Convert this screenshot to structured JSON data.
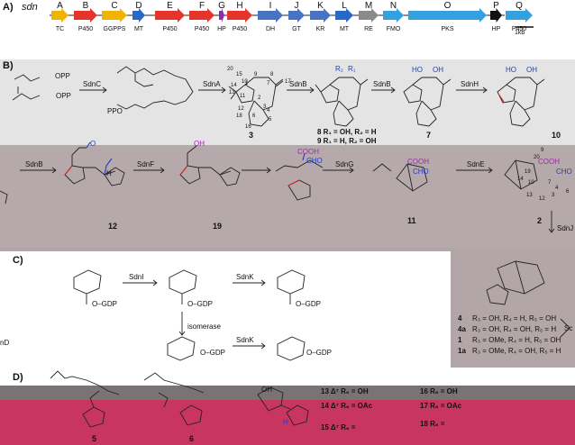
{
  "panelA": {
    "label": "A)",
    "cluster": "sdn",
    "scale": "1kb",
    "genes": [
      {
        "letter": "A",
        "func": "TC",
        "color": "#f0b400"
      },
      {
        "letter": "B",
        "func": "P450",
        "color": "#e5342b"
      },
      {
        "letter": "C",
        "func": "GGPPS",
        "color": "#f0b400"
      },
      {
        "letter": "D",
        "func": "MT",
        "color": "#2a68c8"
      },
      {
        "letter": "E",
        "func": "P450",
        "color": "#e5342b"
      },
      {
        "letter": "F",
        "func": "P450",
        "color": "#e5342b"
      },
      {
        "letter": "G",
        "func": "HP",
        "color": "#8b2ea8"
      },
      {
        "letter": "H",
        "func": "P450",
        "color": "#e5342b"
      },
      {
        "letter": "I",
        "func": "DH",
        "color": "#4673c2"
      },
      {
        "letter": "J",
        "func": "GT",
        "color": "#4673c2"
      },
      {
        "letter": "K",
        "func": "KR",
        "color": "#4673c2"
      },
      {
        "letter": "L",
        "func": "MT",
        "color": "#2a68c8"
      },
      {
        "letter": "M",
        "func": "RE",
        "color": "#8a8a8a"
      },
      {
        "letter": "N",
        "func": "FMO",
        "color": "#33a0e0"
      },
      {
        "letter": "O",
        "func": "PKS",
        "color": "#33a0e0"
      },
      {
        "letter": "P",
        "func": "HP",
        "color": "#111111"
      },
      {
        "letter": "Q",
        "func": "P450",
        "color": "#33a0e0"
      }
    ]
  },
  "panelB": {
    "label": "B)",
    "opp1": "OPP",
    "opp2": "OPP",
    "ppo": "PPO",
    "enzymes": {
      "sdnC": "SdnC",
      "sdnA": "SdnA",
      "sdnB1": "SdnB",
      "sdnB2": "SdnB",
      "sdnH": "SdnH",
      "sdnB3": "SdnB",
      "sdnF": "SdnF",
      "sdnG": "SdnG",
      "sdnE": "SdnE",
      "sdnJ": "SdnJ"
    },
    "compounds": {
      "c3": "3",
      "c7": "7",
      "c10": "10",
      "c12": "12",
      "c19": "19",
      "c11": "11",
      "c2": "2"
    },
    "legend8": "8  R₁ = OH,  R₂ = H",
    "legend9": "9  R₁ = H,  R₂ = OH",
    "r1": "R₁",
    "r2": "R₂",
    "ho": "HO",
    "oh": "OH",
    "o": "O",
    "cooh": "COOH",
    "cho": "CHO",
    "h": "H",
    "cho2": "CHO",
    "cooh2": "COOH",
    "atoms3": [
      "20",
      "15",
      "14",
      "10",
      "9",
      "8",
      "7",
      "1",
      "11",
      "17",
      "13",
      "12",
      "18",
      "2",
      "3",
      "6",
      "16",
      "5",
      "4"
    ],
    "atoms2": [
      "20",
      "9",
      "19",
      "14",
      "10",
      "7",
      "4",
      "6",
      "13",
      "12",
      "3"
    ]
  },
  "panelC": {
    "label": "C)",
    "gdp1": "O–GDP",
    "gdp2": "O–GDP",
    "gdp3": "O–GDP",
    "gdp4": "O–GDP",
    "gdp5": "O–GDP",
    "enzSdnI": "SdnI",
    "enzSdnK1": "SdnK",
    "enzSdnK2": "SdnK",
    "isomerase": "isomerase",
    "legend": [
      {
        "num": "4",
        "text": "R₃ = OH,    R₄ = H,    R₅ = OH"
      },
      {
        "num": "4a",
        "text": "R₃ = OH,    R₄ = OH,  R₅ = H"
      },
      {
        "num": "1",
        "text": "R₃ = OMe,  R₄ = H,    R₅ = OH"
      },
      {
        "num": "1a",
        "text": "R₃ = OMe,  R₄ = OH,  R₅ = H"
      }
    ],
    "cut": "Sc",
    "cutD": "nD"
  },
  "panelD": {
    "label": "D)",
    "c5": "5",
    "c6": "6",
    "entries": [
      {
        "text": "13 Δ⁷   R₆ = OH"
      },
      {
        "text": "14 Δ⁷   R₆ = OAc"
      },
      {
        "text": "15 Δ⁷   R₆ ="
      },
      {
        "text": "16   R₆ = OH"
      },
      {
        "text": "17   R₆ = OAc"
      },
      {
        "text": "18   R₆ ="
      }
    ],
    "oh": "OH",
    "h": "H"
  },
  "colors": {
    "bandB1": "#e4e4e4",
    "bandB2": "#b6a9ab",
    "bandC": "#ffffff",
    "bandD1": "#7a7374",
    "bandD2": "#c8365f",
    "red": "#d4232a",
    "blue": "#1f3fbf",
    "purple": "#9b2ba8"
  }
}
